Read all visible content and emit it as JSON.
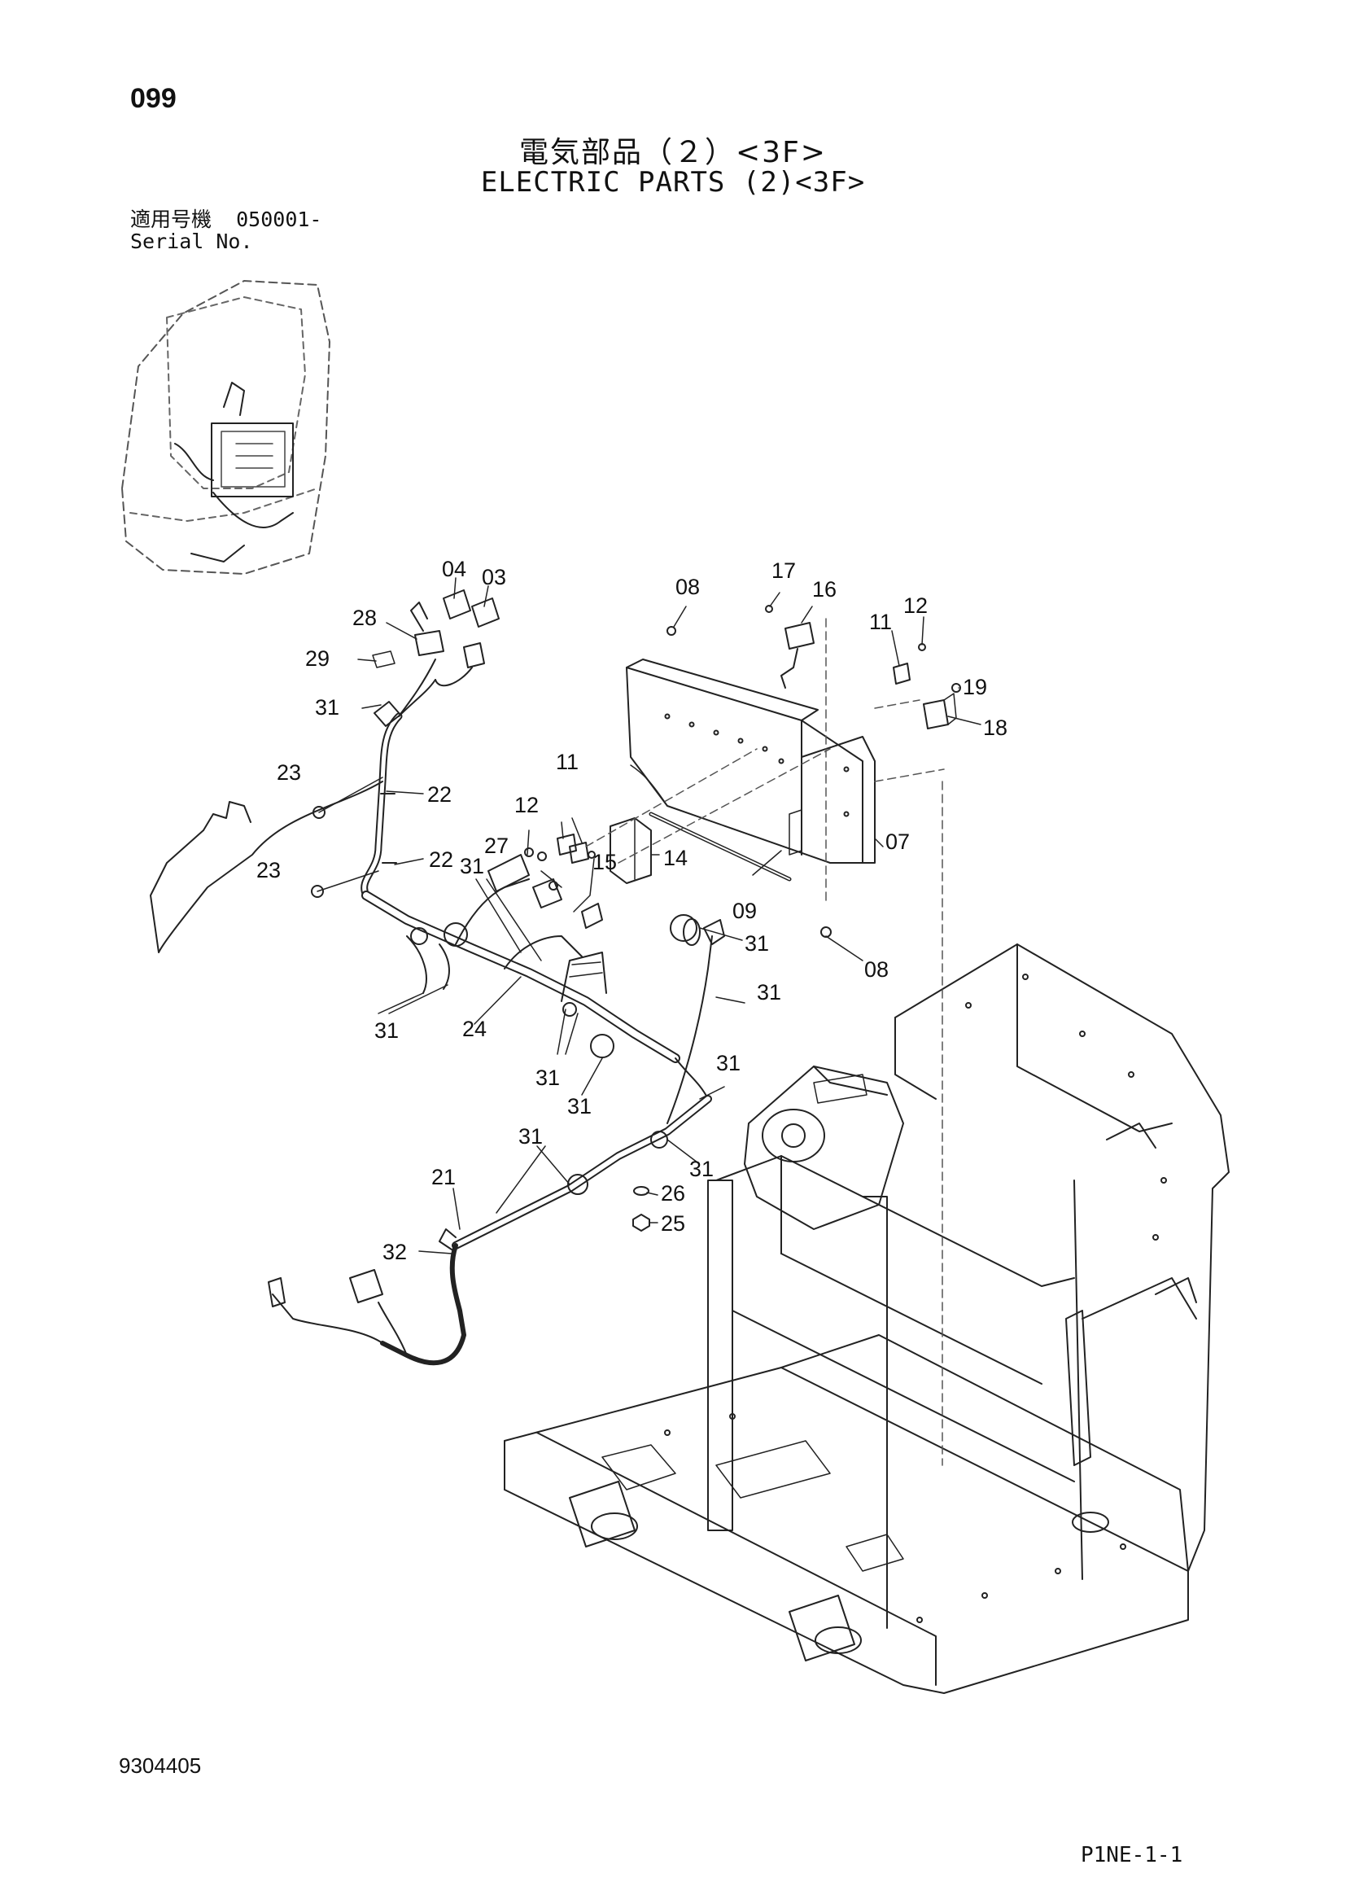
{
  "header": {
    "page_number": "099",
    "title_jp": "電気部品（２）<3F>",
    "title_en": "ELECTRIC PARTS (2)<3F>",
    "serial_label_jp": "適用号機",
    "serial_value": "050001-",
    "serial_label_en": "Serial No."
  },
  "footer": {
    "document_number": "9304405",
    "page_code": "P1NE-1-1"
  },
  "callouts": [
    {
      "id": "c04",
      "label": "04"
    },
    {
      "id": "c03",
      "label": "03"
    },
    {
      "id": "c28",
      "label": "28"
    },
    {
      "id": "c29",
      "label": "29"
    },
    {
      "id": "c31a",
      "label": "31"
    },
    {
      "id": "c23a",
      "label": "23"
    },
    {
      "id": "c22a",
      "label": "22"
    },
    {
      "id": "c23b",
      "label": "23"
    },
    {
      "id": "c22b",
      "label": "22"
    },
    {
      "id": "c31b",
      "label": "31"
    },
    {
      "id": "c27",
      "label": "27"
    },
    {
      "id": "c12a",
      "label": "12"
    },
    {
      "id": "c11a",
      "label": "11"
    },
    {
      "id": "c14",
      "label": "14"
    },
    {
      "id": "c15",
      "label": "15"
    },
    {
      "id": "c09",
      "label": "09"
    },
    {
      "id": "c08a",
      "label": "08"
    },
    {
      "id": "c17",
      "label": "17"
    },
    {
      "id": "c16",
      "label": "16"
    },
    {
      "id": "c11b",
      "label": "11"
    },
    {
      "id": "c12b",
      "label": "12"
    },
    {
      "id": "c19",
      "label": "19"
    },
    {
      "id": "c18",
      "label": "18"
    },
    {
      "id": "c07",
      "label": "07"
    },
    {
      "id": "c08b",
      "label": "08"
    },
    {
      "id": "c31c",
      "label": "31"
    },
    {
      "id": "c31d",
      "label": "31"
    },
    {
      "id": "c31e",
      "label": "31"
    },
    {
      "id": "c24",
      "label": "24"
    },
    {
      "id": "c31f",
      "label": "31"
    },
    {
      "id": "c31g",
      "label": "31"
    },
    {
      "id": "c31h",
      "label": "31"
    },
    {
      "id": "c31i",
      "label": "31"
    },
    {
      "id": "c31j",
      "label": "31"
    },
    {
      "id": "c21",
      "label": "21"
    },
    {
      "id": "c26",
      "label": "26"
    },
    {
      "id": "c25",
      "label": "25"
    },
    {
      "id": "c32",
      "label": "32"
    }
  ]
}
